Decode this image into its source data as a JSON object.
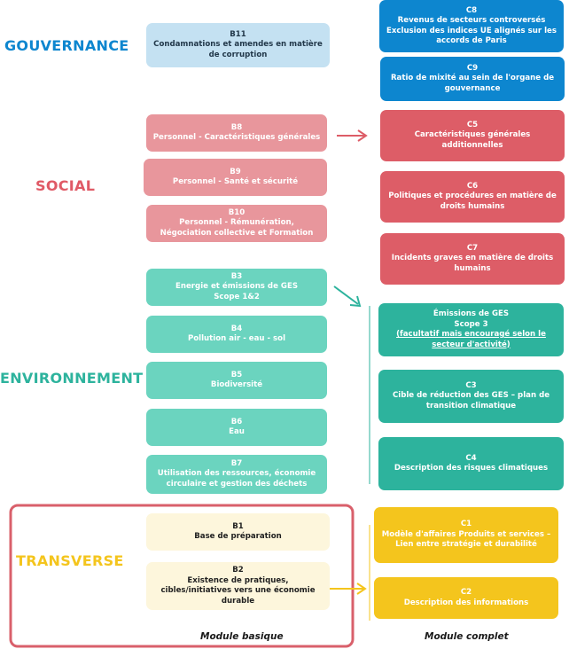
{
  "categories": {
    "gouvernance": "GOUVERNANCE",
    "social": "SOCIAL",
    "environnement": "ENVIRONNEMENT",
    "transverse": "TRANSVERSE"
  },
  "colors": {
    "gouvernance": "#0d86cf",
    "social": "#e05a66",
    "environnement": "#2db39d",
    "transverse": "#f4c51d",
    "frame": "#d9606b"
  },
  "gouvernance": {
    "b11": {
      "code": "B11",
      "desc": "Condamnations et amendes en matière de corruption"
    },
    "c8": {
      "code": "C8",
      "line1": "Revenus de secteurs controversés",
      "line2": "Exclusion des indices UE alignés sur les accords de Paris"
    },
    "c9": {
      "code": "C9",
      "desc": "Ratio de mixité au sein de l'organe de gouvernance"
    }
  },
  "social": {
    "b8": {
      "code": "B8",
      "desc": "Personnel - Caractéristiques générales"
    },
    "b9": {
      "code": "B9",
      "desc": "Personnel - Santé et sécurité"
    },
    "b10": {
      "code": "B10",
      "line1": "Personnel - Rémunération,",
      "line2": "Négociation collective et Formation"
    },
    "c5": {
      "code": "C5",
      "desc": "Caractéristiques générales additionnelles"
    },
    "c6": {
      "code": "C6",
      "desc": "Politiques et procédures en matière de droits humains"
    },
    "c7": {
      "code": "C7",
      "desc": "Incidents graves en matière de droits humains"
    }
  },
  "environnement": {
    "b3": {
      "code": "B3",
      "line1": "Energie et émissions de GES",
      "line2": "Scope 1&2"
    },
    "b4": {
      "code": "B4",
      "desc": "Pollution air - eau - sol"
    },
    "b5": {
      "code": "B5",
      "desc": "Biodiversité"
    },
    "b6": {
      "code": "B6",
      "desc": "Eau"
    },
    "b7": {
      "code": "B7",
      "desc": "Utilisation des ressources, économie circulaire et gestion des déchets"
    },
    "ghg": {
      "title": "Émissions de GES",
      "scope": "Scope 3",
      "note": "(facultatif mais encouragé selon le secteur d'activité)"
    },
    "c3": {
      "code": "C3",
      "desc": "Cible de réduction des GES – plan de transition climatique"
    },
    "c4": {
      "code": "C4",
      "desc": "Description des risques climatiques"
    }
  },
  "transverse": {
    "b1": {
      "code": "B1",
      "desc": "Base de préparation"
    },
    "b2": {
      "code": "B2",
      "desc": "Existence de pratiques, cibles/initiatives vers une économie durable"
    },
    "c1": {
      "code": "C1",
      "desc": "Modèle d'affaires Produits et services – Lien entre stratégie et durabilité"
    },
    "c2": {
      "code": "C2",
      "desc": "Description des informations"
    }
  },
  "modules": {
    "basic": "Module basique",
    "complete": "Module complet"
  }
}
